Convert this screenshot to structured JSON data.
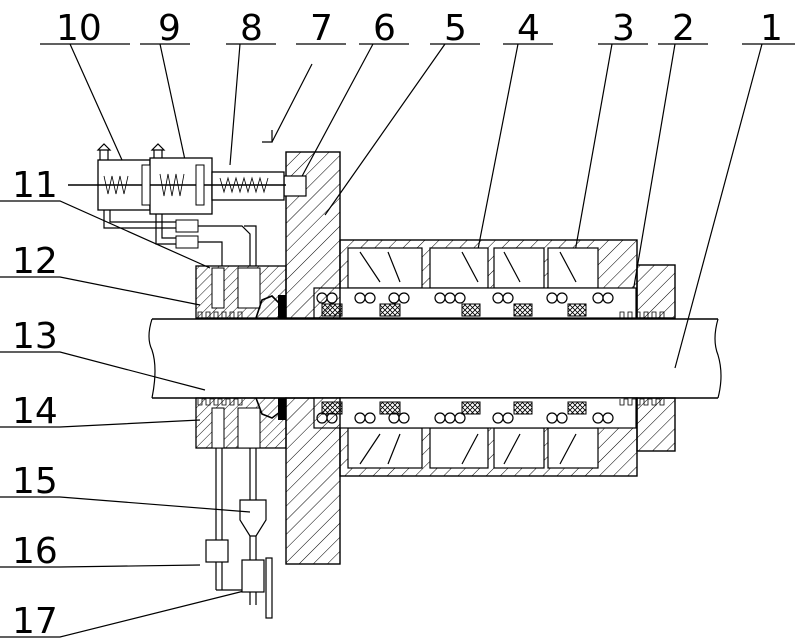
{
  "figure": {
    "callouts": [
      {
        "id": "c1",
        "text": "1"
      },
      {
        "id": "c2",
        "text": "2"
      },
      {
        "id": "c3",
        "text": "3"
      },
      {
        "id": "c4",
        "text": "4"
      },
      {
        "id": "c5",
        "text": "5"
      },
      {
        "id": "c6",
        "text": "6"
      },
      {
        "id": "c7",
        "text": "7"
      },
      {
        "id": "c8",
        "text": "8"
      },
      {
        "id": "c9",
        "text": "9"
      },
      {
        "id": "c10",
        "text": "10"
      },
      {
        "id": "c11",
        "text": "11"
      },
      {
        "id": "c12",
        "text": "12"
      },
      {
        "id": "c13",
        "text": "13"
      },
      {
        "id": "c14",
        "text": "14"
      },
      {
        "id": "c15",
        "text": "15"
      },
      {
        "id": "c16",
        "text": "16"
      },
      {
        "id": "c17",
        "text": "17"
      }
    ]
  }
}
